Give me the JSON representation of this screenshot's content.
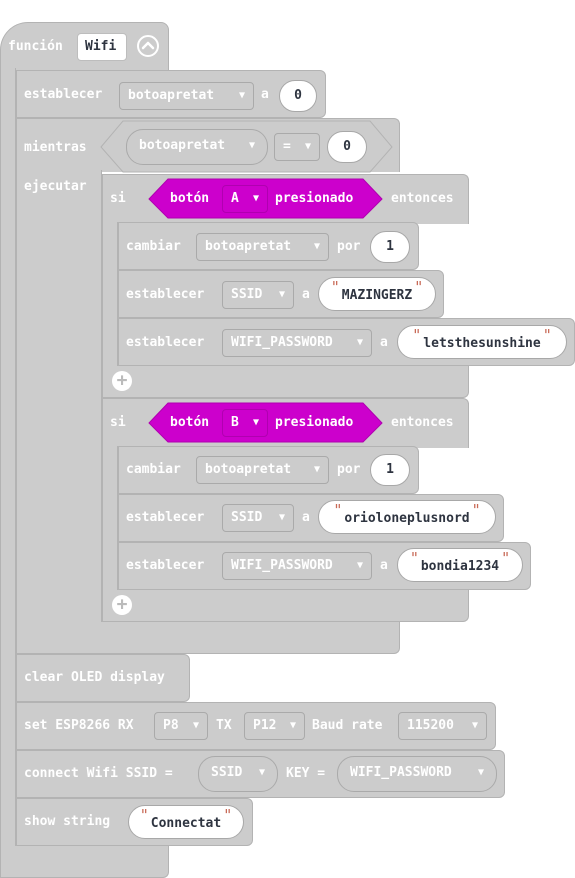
{
  "colors": {
    "block": "#cccccc",
    "border": "#b3b3b3",
    "magenta": "#cc00cc",
    "white": "#ffffff",
    "quote": "#c86a57"
  },
  "function_block": {
    "keyword": "función",
    "name": "Wifi",
    "collapse_icon": "chevron-up-icon"
  },
  "set_botoapretat": {
    "keyword": "establecer",
    "variable": "botoapretat",
    "to": "a",
    "value": "0"
  },
  "while_loop": {
    "keyword": "mientras",
    "variable": "botoapretat",
    "operator": "=",
    "value": "0",
    "do_label": "ejecutar"
  },
  "if_a": {
    "keyword": "si",
    "button_label": "botón",
    "button": "A",
    "pressed": "presionado",
    "then": "entonces",
    "change": {
      "keyword": "cambiar",
      "variable": "botoapretat",
      "by": "por",
      "value": "1"
    },
    "set_ssid": {
      "keyword": "establecer",
      "variable": "SSID",
      "to": "a",
      "value": "MAZINGERZ"
    },
    "set_password": {
      "keyword": "establecer",
      "variable": "WIFI_PASSWORD",
      "to": "a",
      "value": "letsthesunshine"
    }
  },
  "if_b": {
    "keyword": "si",
    "button_label": "botón",
    "button": "B",
    "pressed": "presionado",
    "then": "entonces",
    "change": {
      "keyword": "cambiar",
      "variable": "botoapretat",
      "by": "por",
      "value": "1"
    },
    "set_ssid": {
      "keyword": "establecer",
      "variable": "SSID",
      "to": "a",
      "value": "orioloneplusnord"
    },
    "set_password": {
      "keyword": "establecer",
      "variable": "WIFI_PASSWORD",
      "to": "a",
      "value": "bondia1234"
    }
  },
  "clear_oled": {
    "label": "clear OLED display"
  },
  "esp_setup": {
    "label": "set ESP8266 RX",
    "rx": "P8",
    "tx_label": "TX",
    "tx": "P12",
    "baud_label": "Baud rate",
    "baud": "115200"
  },
  "connect_wifi": {
    "label": "connect Wifi SSID =",
    "ssid": "SSID",
    "key_label": "KEY =",
    "key": "WIFI_PASSWORD"
  },
  "show_string": {
    "label": "show string",
    "value": "Connectat"
  },
  "caret": "▼",
  "quote": "\"",
  "plus": "+"
}
